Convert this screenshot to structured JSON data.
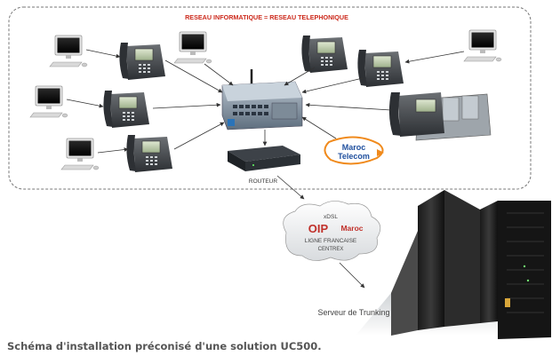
{
  "header": {
    "title": "RESEAU INFORMATIQUE = RESEAU TELEPHONIQUE"
  },
  "labels": {
    "router": "ROUTEUR",
    "provider_line1": "Maroc",
    "provider_line2": "Telecom",
    "cloud_tech": "xDSL",
    "cloud_brand_left": "OIP",
    "cloud_brand_right": "Maroc",
    "cloud_line1": "LIGNE FRANCAISE",
    "cloud_line2": "CENTREX",
    "server": "Serveur de Trunking"
  },
  "caption": "Schéma d'installation préconisé d'une solution UC500.",
  "colors": {
    "title": "#cc2a1c",
    "provider_blue": "#1f4f9e",
    "provider_orange": "#f08a1c",
    "cloud_red": "#c0302a"
  }
}
